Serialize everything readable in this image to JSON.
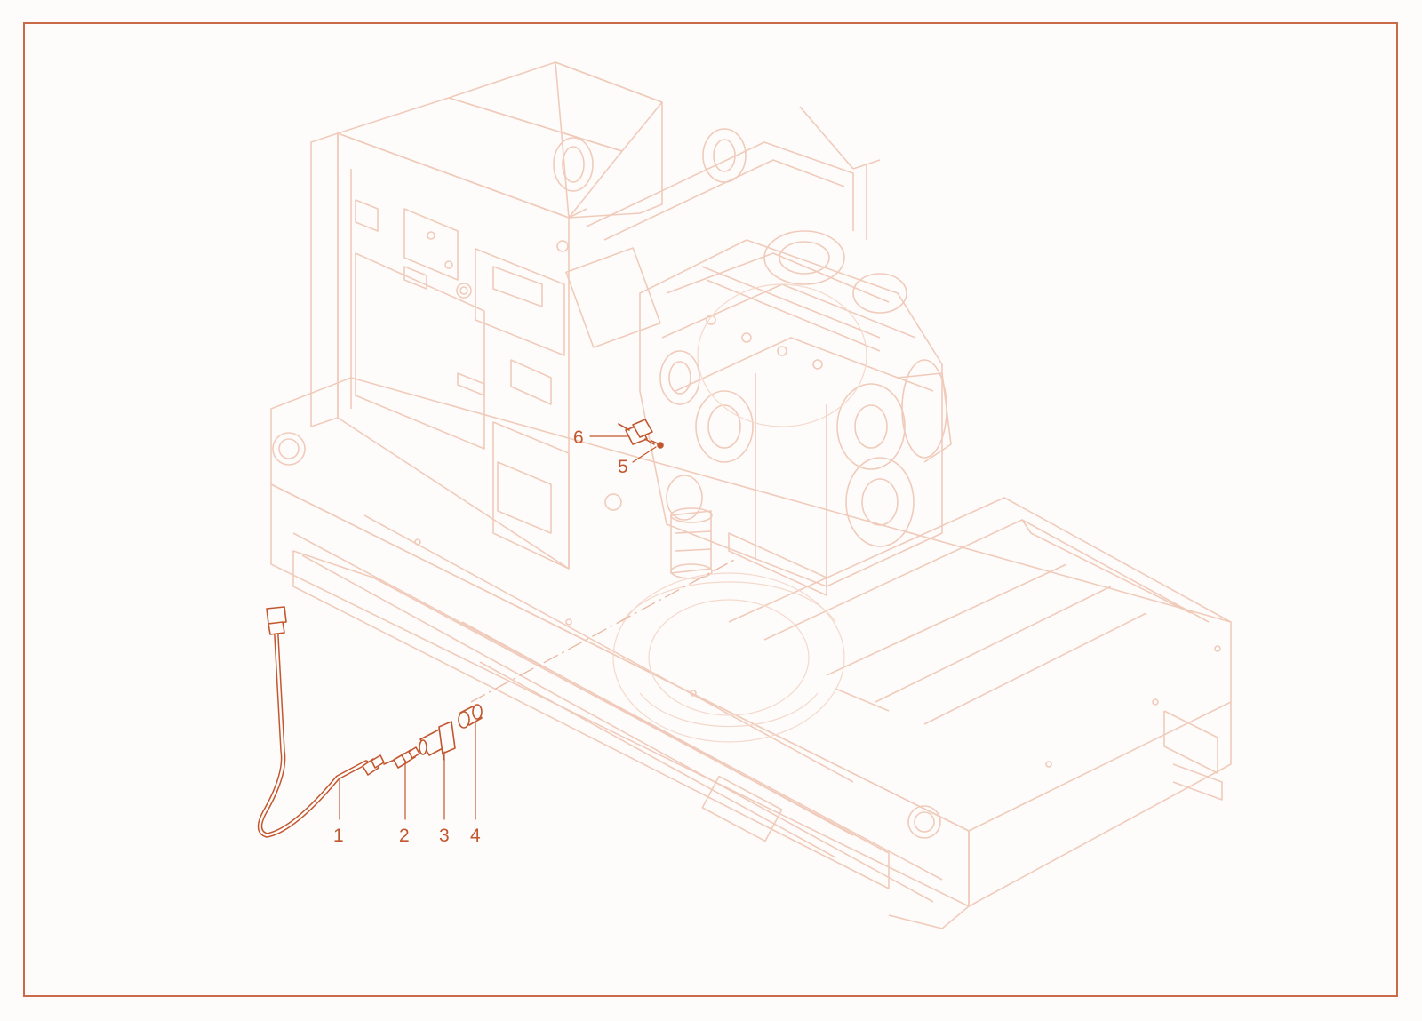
{
  "colors": {
    "frame": "#c96a48",
    "ghost_line": "#f0cbbb",
    "ghost_line_dark": "#e8b7a2",
    "part_line": "#c2572f",
    "callout_text": "#c2572f"
  },
  "callouts": [
    {
      "id": "c1",
      "label": "1"
    },
    {
      "id": "c2",
      "label": "2"
    },
    {
      "id": "c3",
      "label": "3"
    },
    {
      "id": "c4",
      "label": "4"
    },
    {
      "id": "c5",
      "label": "5"
    },
    {
      "id": "c6",
      "label": "6"
    }
  ],
  "parts": [
    {
      "callout": "1",
      "icon": "hose-icon"
    },
    {
      "callout": "2",
      "icon": "adapter-fitting-icon"
    },
    {
      "callout": "3",
      "icon": "elbow-fitting-icon"
    },
    {
      "callout": "4",
      "icon": "nut-fitting-icon"
    },
    {
      "callout": "5",
      "icon": "screw-icon"
    },
    {
      "callout": "6",
      "icon": "clamp-bracket-icon"
    }
  ]
}
